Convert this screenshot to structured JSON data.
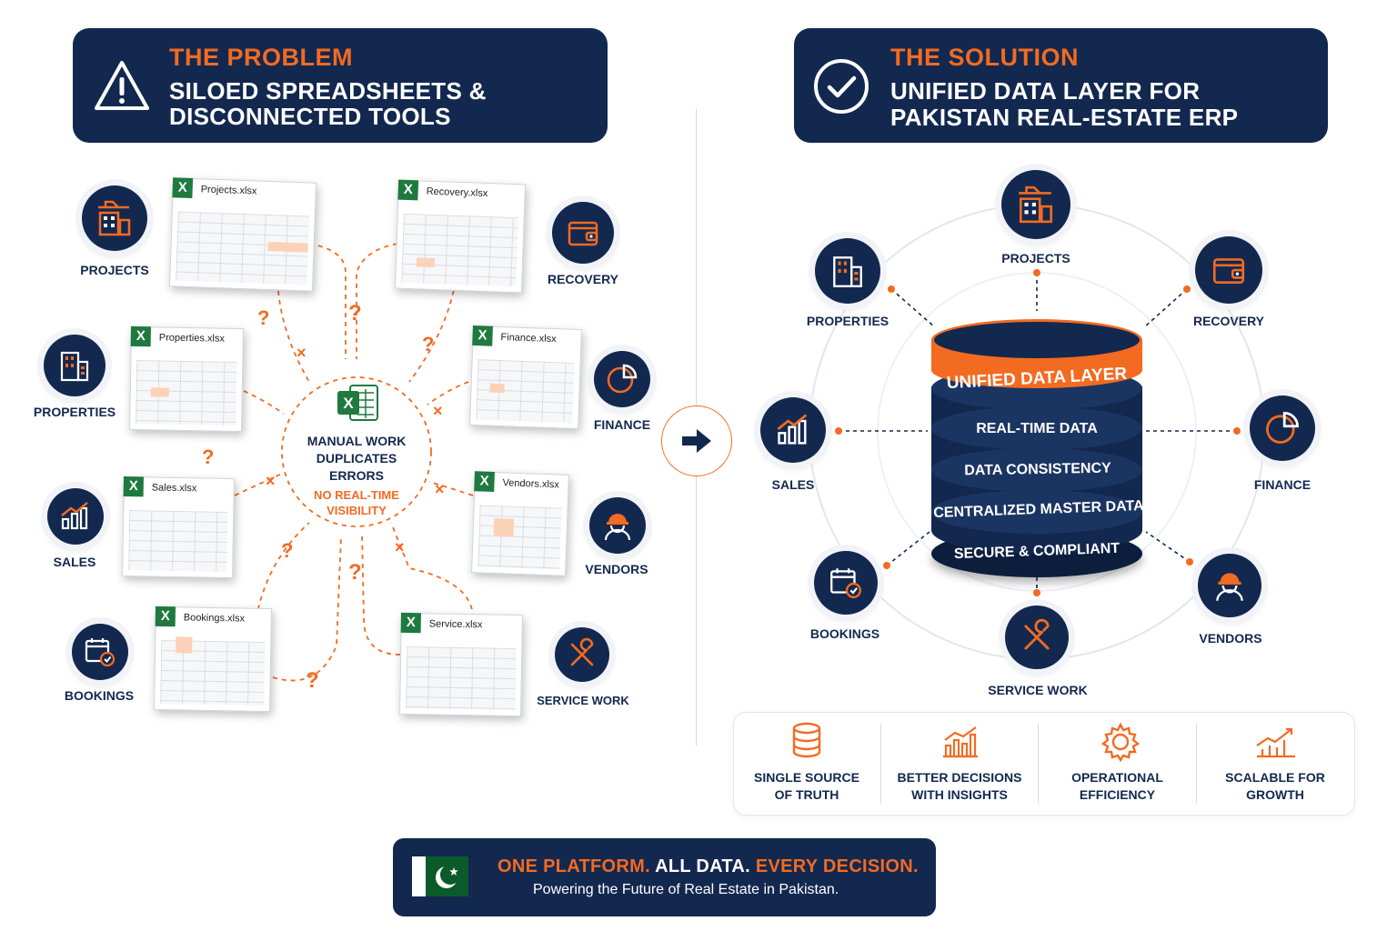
{
  "problem": {
    "kicker": "THE PROBLEM",
    "line1": "SILOED SPREADSHEETS &",
    "line2": "DISCONNECTED TOOLS",
    "icon": "warning-icon"
  },
  "solution": {
    "kicker": "THE SOLUTION",
    "line1": "UNIFIED DATA LAYER FOR",
    "line2": "PAKISTAN REAL-ESTATE ERP",
    "icon": "check-circle-icon"
  },
  "left_modules": {
    "projects": "PROJECTS",
    "recovery": "RECOVERY",
    "properties": "PROPERTIES",
    "finance": "FINANCE",
    "sales": "SALES",
    "vendors": "VENDORS",
    "bookings": "BOOKINGS",
    "service_work": "SERVICE WORK"
  },
  "files": {
    "projects": "Projects.xlsx",
    "recovery": "Recovery.xlsx",
    "properties": "Properties.xlsx",
    "finance": "Finance.xlsx",
    "sales": "Sales.xlsx",
    "vendors": "Vendors.xlsx",
    "bookings": "Bookings.xlsx",
    "service": "Service.xlsx"
  },
  "center_issues": {
    "line1": "MANUAL WORK",
    "line2": "DUPLICATES",
    "line3": "ERRORS",
    "line4": "NO REAL-TIME",
    "line5": "VISIBILITY",
    "symbol_question": "?",
    "symbol_cross": "×"
  },
  "right_modules": {
    "projects": "PROJECTS",
    "properties": "PROPERTIES",
    "recovery": "RECOVERY",
    "sales": "SALES",
    "finance": "FINANCE",
    "bookings": "BOOKINGS",
    "vendors": "VENDORS",
    "service_work": "SERVICE WORK"
  },
  "data_layer": {
    "top": "UNIFIED DATA LAYER",
    "layer1": "REAL-TIME DATA",
    "layer2": "DATA CONSISTENCY",
    "layer3": "CENTRALIZED MASTER DATA",
    "layer4": "SECURE & COMPLIANT"
  },
  "benefits": [
    {
      "line1": "SINGLE SOURCE",
      "line2": "OF TRUTH",
      "icon": "database-icon"
    },
    {
      "line1": "BETTER DECISIONS",
      "line2": "WITH INSIGHTS",
      "icon": "bar-chart-icon"
    },
    {
      "line1": "OPERATIONAL",
      "line2": "EFFICIENCY",
      "icon": "gear-icon"
    },
    {
      "line1": "SCALABLE FOR",
      "line2": "GROWTH",
      "icon": "growth-chart-icon"
    }
  ],
  "footer": {
    "part1": "ONE PLATFORM.",
    "part2": "ALL DATA.",
    "part3": "EVERY DECISION.",
    "subtitle": "Powering the Future of Real Estate in Pakistan.",
    "flag": "pakistan-flag-icon"
  },
  "colors": {
    "navy": "#13284f",
    "orange": "#f26b21",
    "excel_green": "#1f7a3f"
  }
}
